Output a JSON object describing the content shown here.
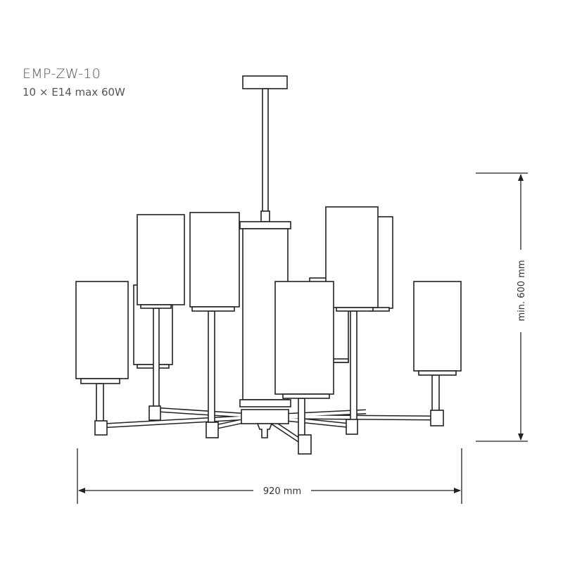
{
  "product": {
    "model": "EMP-ZW-10",
    "spec": "10 × E14 max 60W"
  },
  "dimensions": {
    "width_label": "920 mm",
    "height_label": "min. 600 mm"
  },
  "colors": {
    "line": "#222222",
    "text": "#555555"
  }
}
